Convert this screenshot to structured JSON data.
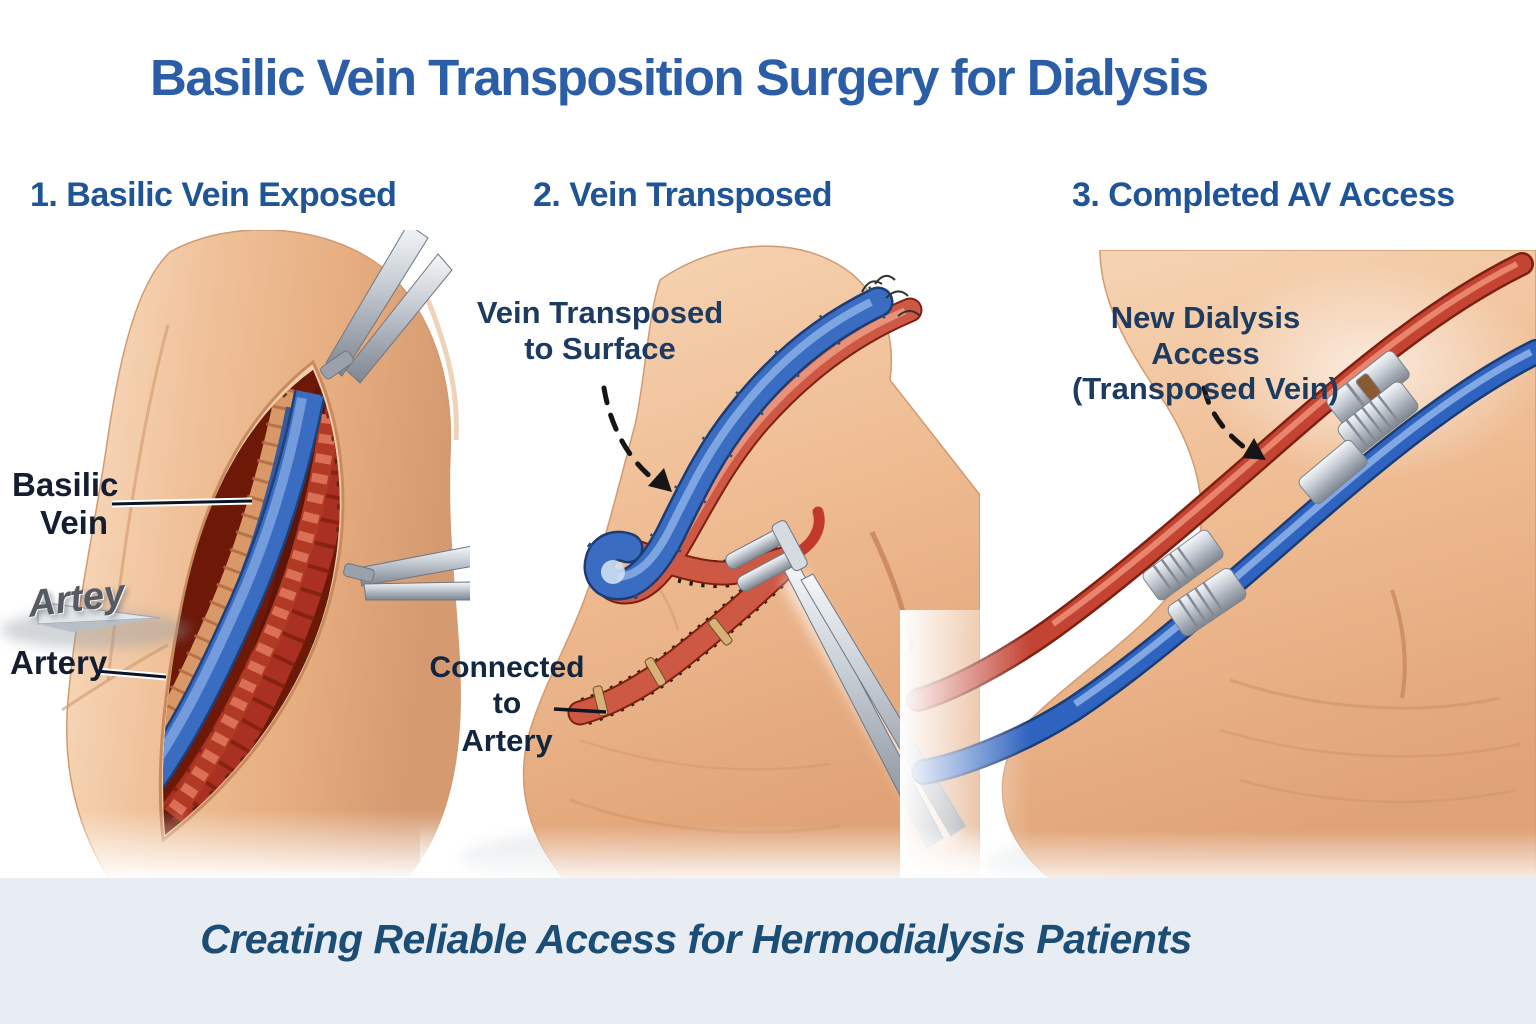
{
  "title": "Basilic Vein Transposition Surgery for Dialysis",
  "panels": [
    {
      "header": "1. Basilic Vein Exposed",
      "labels": {
        "basilic_vein": "Basilic\nVein",
        "artey_ghost": "Artey",
        "artery": "Artery"
      }
    },
    {
      "header": "2. Vein Transposed",
      "labels": {
        "vein_transposed": "Vein Transposed\nto Surface",
        "connected_to": "Connected to",
        "connected_artery": "Artery"
      }
    },
    {
      "header": "3. Completed AV Access",
      "labels": {
        "new_access": "New Dialysis Access\n(Transposed Vein)"
      }
    }
  ],
  "footer": {
    "tagline": "Creating Reliable Access for Hermodialysis Patients"
  },
  "colors": {
    "title_blue": "#2b5ea6",
    "header_blue": "#1f5496",
    "label_navy": "#1d3a5f",
    "label_dark": "#141e30",
    "footer_text": "#1c4e75",
    "footer_bg": "#e8edf4",
    "vein_blue": "#3a6cc2",
    "artery_red": "#c0392b",
    "skin": "#eeb98f",
    "steel": "#c6ccd4"
  }
}
